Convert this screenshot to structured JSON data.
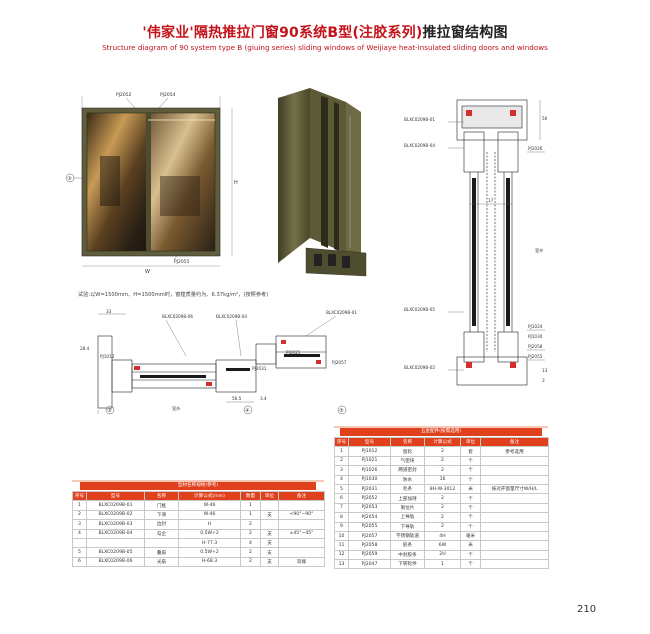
{
  "header": {
    "title_red": "'伟家业'隔热推拉门窗90系统B型(注胶系列)",
    "title_dark": "推拉窗结构图",
    "subtitle": "Structure diagram of 90 system type B (giuing series) sliding windows of Weijiaye heat-insulated sliding doors and windows"
  },
  "window_drawing": {
    "label_pj2052": "PJ2052",
    "label_pj2054": "PJ2054",
    "label_pj2055": "PJ2055",
    "label_w": "W",
    "label_h": "H",
    "circle_3": "③"
  },
  "note": "试验:以W=1500mm、H=1500mm时，窗樘质量约为、6.37kg/m²，(按照参考)",
  "section_labels": {
    "top": [
      "BLXC0209B-06",
      "BLXC0209B-04",
      "BLXC0209B-01",
      "PJ2021",
      "PJ2057",
      "PJ1012",
      "PJ2031"
    ],
    "dims": [
      "33",
      "28.4",
      "56.5",
      "3.4",
      "室外"
    ],
    "circles": [
      "③",
      "④",
      "⑤"
    ],
    "right": [
      "BLXC0209B-01",
      "BLXC0209B-04",
      "BLXC0209B-05",
      "BLXC0209B-02",
      "PJ1026",
      "PJ1024",
      "PJ1030",
      "PJ2058",
      "PJ2055",
      "室外"
    ],
    "right_dims": [
      "6",
      "17",
      "6",
      "50",
      "13",
      "3"
    ]
  },
  "table_left": {
    "caption": "型材名称规格(参考)",
    "headers": [
      "序号",
      "型号",
      "名称",
      "计算公式(mm)",
      "数量",
      "单位",
      "备注"
    ],
    "rows": [
      [
        "1",
        "BLXC0209B-01",
        "门框",
        "W-46",
        "1",
        "",
        ""
      ],
      [
        "2",
        "BLXC0209B-02",
        "下滑",
        "W-46",
        "1",
        "支",
        "<90°~90°"
      ],
      [
        "3",
        "BLXC0209B-03",
        "边封",
        "H",
        "2",
        "",
        ""
      ],
      [
        "4",
        "BLXC0209B-04",
        "勾企",
        "0.5W+2",
        "2",
        "支",
        "±45°~45°"
      ],
      [
        "",
        "",
        "",
        "H-77.3",
        "4",
        "支",
        ""
      ],
      [
        "5",
        "BLXC0209B-05",
        "叠扇",
        "0.5W+2",
        "2",
        "支",
        ""
      ],
      [
        "6",
        "BLXC0209B-06",
        "光扇",
        "H-68.3",
        "2",
        "支",
        "双端"
      ]
    ]
  },
  "table_right": {
    "caption": "五金配件(按需选用)",
    "headers": [
      "序号",
      "型号",
      "名称",
      "计算公式",
      "单位",
      "备注"
    ],
    "rows": [
      [
        "1",
        "PJ1012",
        "窗轮",
        "2",
        "套",
        "参考选用"
      ],
      [
        "2",
        "PJ1021",
        "气密块",
        "2",
        "个",
        ""
      ],
      [
        "3",
        "PJ1026",
        "两道密封",
        "2",
        "个",
        ""
      ],
      [
        "4",
        "PJ1030",
        "防水",
        "16",
        "个",
        ""
      ],
      [
        "5",
        "PJ2031",
        "毛条",
        "8H-W-3012",
        "米",
        "按对开窗量尺寸W/H/L"
      ],
      [
        "6",
        "PJ2052",
        "上部加持",
        "2",
        "个",
        ""
      ],
      [
        "7",
        "PJ2053",
        "限位片",
        "2",
        "个",
        ""
      ],
      [
        "8",
        "PJ2054",
        "上导轨",
        "2",
        "个",
        ""
      ],
      [
        "9",
        "PJ2055",
        "下导轨",
        "2",
        "个",
        ""
      ],
      [
        "10",
        "PJ2057",
        "不锈钢轨道",
        "4H",
        "毫米",
        ""
      ],
      [
        "11",
        "PJ2058",
        "胶条",
        "6W",
        "米",
        ""
      ],
      [
        "12",
        "PJ2059",
        "中封胶条",
        "2H",
        "个",
        ""
      ],
      [
        "13",
        "PJ2047",
        "下转轮件",
        "1",
        "个",
        ""
      ]
    ]
  },
  "page_number": "210",
  "colors": {
    "accent": "#c4121a",
    "table_header": "#e1401d",
    "frame": "#5a5a3c"
  }
}
